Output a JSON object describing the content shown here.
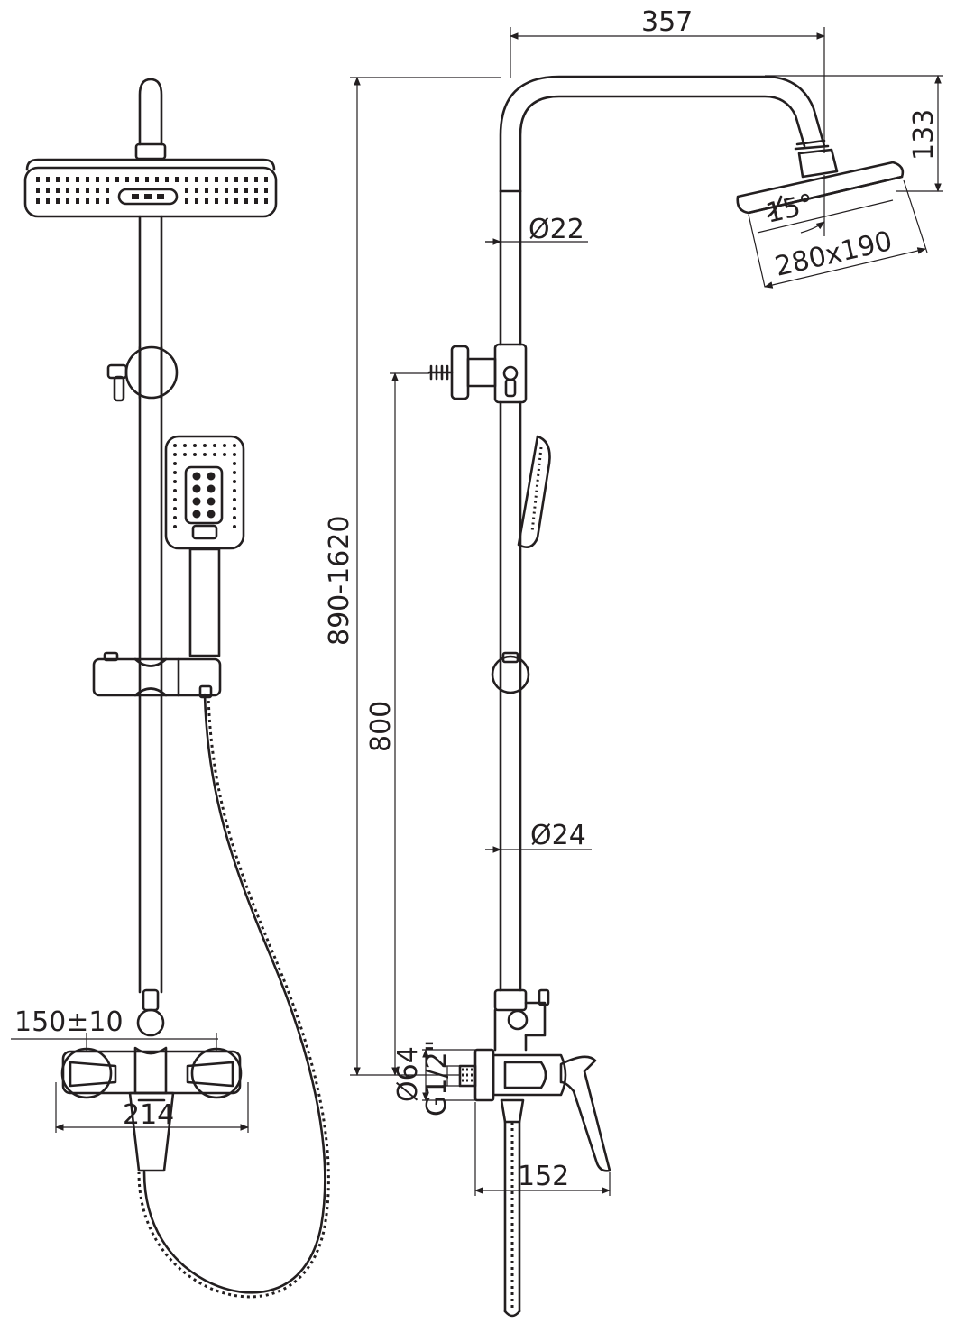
{
  "dimensions": {
    "head_offset": "357",
    "head_height": "133",
    "pipe_diameter_upper": "Ø22",
    "tilt_angle": "15°",
    "head_size": "280x190",
    "total_height_range": "890-1620",
    "bar_length": "800",
    "pipe_diameter_lower": "Ø24",
    "wall_center_distance": "150±10",
    "mixer_width": "214",
    "flange_diameter": "Ø64",
    "thread_size": "G1/2\"",
    "mixer_depth": "152"
  },
  "colors": {
    "line": "#231f20",
    "background": "#ffffff"
  }
}
